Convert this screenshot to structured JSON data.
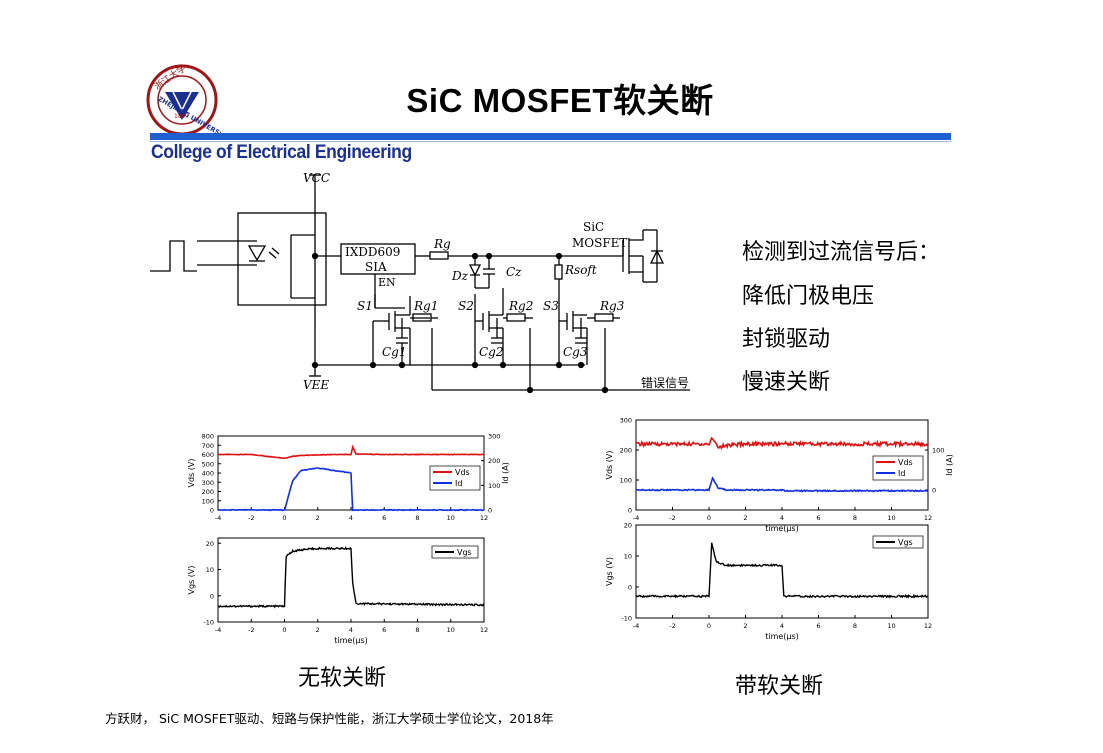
{
  "slide": {
    "title": "SiC MOSFET软关断",
    "subtitle": "College of Electrical Engineering",
    "logo": {
      "text": "ZHEJIANG UNIVERSITY",
      "year": "1897",
      "chars": "浙江大学"
    },
    "bullets": [
      "检测到过流信号后：",
      "降低门极电压",
      "封锁驱动",
      "慢速关断"
    ],
    "caption_left": "无软关断",
    "caption_right": "带软关断",
    "citation": "方跃财， SiC MOSFET驱动、短路与保护性能，浙江大学硕士学位论文，2018年"
  },
  "circuit": {
    "vcc": "VCC",
    "vee": "VEE",
    "driver_ic": "IXDD609",
    "driver_ic_line2": "SIA",
    "en": "EN",
    "rg": "Rg",
    "dz": "Dz",
    "cz": "Cz",
    "rsoft": "Rsoft",
    "mosfet_label_1": "SiC",
    "mosfet_label_2": "MOSFET",
    "s1": "S1",
    "s2": "S2",
    "s3": "S3",
    "rg1": "Rg1",
    "rg2": "Rg2",
    "rg3": "Rg3",
    "cg1": "Cg1",
    "cg2": "Cg2",
    "cg3": "Cg3",
    "fault_signal": "错误信号"
  },
  "chart_data": [
    {
      "type": "line",
      "panel": "left-top",
      "x": [
        -4,
        -2,
        0,
        0.5,
        1,
        2,
        3,
        4,
        4.1,
        4.3,
        6,
        8,
        10,
        12
      ],
      "series": [
        {
          "name": "Vds",
          "axis": "left",
          "color": "#e01010",
          "values": [
            600,
            600,
            560,
            580,
            590,
            595,
            600,
            600,
            680,
            605,
            600,
            600,
            600,
            600
          ]
        },
        {
          "name": "Id",
          "axis": "right",
          "color": "#1030e0",
          "values": [
            0,
            0,
            0,
            120,
            160,
            170,
            160,
            150,
            0,
            0,
            0,
            0,
            0,
            0
          ]
        }
      ],
      "xlim": [
        -4,
        12
      ],
      "xticks": [
        "-4",
        "-2",
        "0",
        "2",
        "4",
        "6",
        "8",
        "10",
        "12"
      ],
      "ylim_left": [
        0,
        800
      ],
      "yticks_left": [
        "0",
        "100",
        "200",
        "300",
        "400",
        "500",
        "600",
        "700",
        "800"
      ],
      "ylabel_left": "Vds (V)",
      "ylim_right": [
        0,
        300
      ],
      "yticks_right": [
        "0",
        "100",
        "200",
        "300"
      ],
      "ylabel_right": "Id (A)",
      "legend": "right"
    },
    {
      "type": "line",
      "panel": "left-bottom",
      "x": [
        -4,
        0,
        0.1,
        0.5,
        1,
        2,
        4,
        4.1,
        4.3,
        12
      ],
      "series": [
        {
          "name": "Vgs",
          "color": "#000000",
          "values": [
            -4,
            -4,
            15,
            17,
            17.5,
            18,
            18,
            5,
            -3,
            -3.5
          ]
        }
      ],
      "xlim": [
        -4,
        12
      ],
      "xticks": [
        "-4",
        "-2",
        "0",
        "2",
        "4",
        "6",
        "8",
        "10",
        "12"
      ],
      "xlabel": "time(μs)",
      "ylim": [
        -10,
        22
      ],
      "yticks": [
        "-10",
        "0",
        "10",
        "20"
      ],
      "ylabel": "Vgs (V)",
      "legend": "top-right"
    },
    {
      "type": "line",
      "panel": "right-top",
      "x": [
        -4,
        0,
        0.2,
        0.5,
        1,
        2,
        3,
        4,
        4.2,
        6,
        8,
        10,
        12
      ],
      "series": [
        {
          "name": "Vds",
          "axis": "left",
          "color": "#e01010",
          "values": [
            220,
            220,
            240,
            210,
            215,
            220,
            220,
            220,
            222,
            220,
            220,
            220,
            220
          ]
        },
        {
          "name": "Id",
          "axis": "right",
          "color": "#1030e0",
          "values": [
            0,
            0,
            30,
            5,
            0,
            0,
            0,
            0,
            -2,
            -2,
            -2,
            -2,
            -2
          ]
        }
      ],
      "xlim": [
        -4,
        12
      ],
      "xticks": [
        "-4",
        "-2",
        "0",
        "2",
        "4",
        "6",
        "8",
        "10",
        "12"
      ],
      "xlabel": "time(μs)",
      "ylim_left": [
        0,
        300
      ],
      "yticks_left": [
        "0",
        "100",
        "200",
        "300"
      ],
      "ylabel_left": "Vds (V)",
      "yticks_right": [
        "0",
        "100"
      ],
      "ylabel_right": "Id (A)",
      "legend": "right"
    },
    {
      "type": "line",
      "panel": "right-bottom",
      "x": [
        -4,
        0,
        0.15,
        0.4,
        1,
        2,
        4,
        4.1,
        12
      ],
      "series": [
        {
          "name": "Vgs",
          "color": "#000000",
          "values": [
            -3,
            -3,
            14,
            8,
            7,
            7,
            7,
            -3,
            -3
          ]
        }
      ],
      "xlim": [
        -4,
        12
      ],
      "xticks": [
        "-4",
        "-2",
        "0",
        "2",
        "4",
        "6",
        "8",
        "10",
        "12"
      ],
      "xlabel": "time(μs)",
      "ylim": [
        -10,
        20
      ],
      "yticks": [
        "-10",
        "0",
        "10",
        "20"
      ],
      "ylabel": "Vgs (V)",
      "legend": "top-right"
    }
  ]
}
